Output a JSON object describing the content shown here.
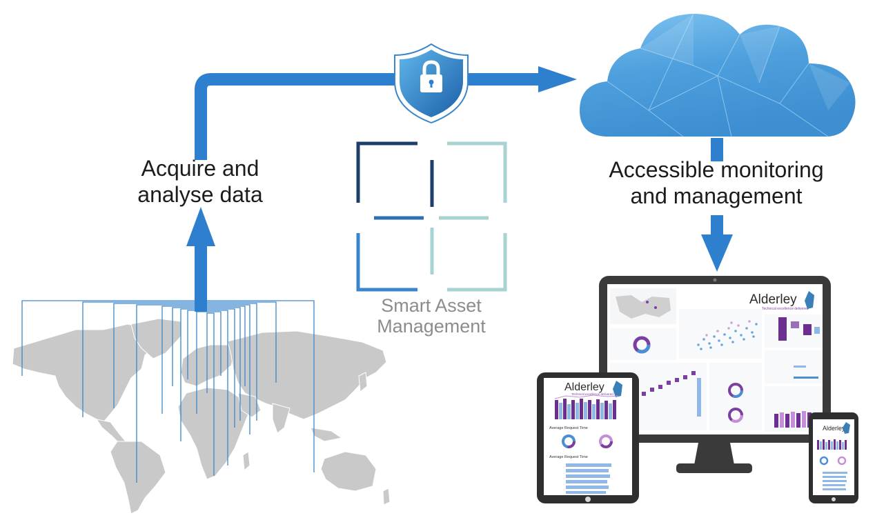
{
  "labels": {
    "acquire_line1": "Acquire and",
    "acquire_line2": "analyse data",
    "access_line1": "Accessible monitoring",
    "access_line2": "and management",
    "sam_line1": "Smart Asset",
    "sam_line2": "Management"
  },
  "dashboard": {
    "brand": "Alderley",
    "tagline": "Technical excellence delivered",
    "avg_request_time": "Average Request Time"
  },
  "colors": {
    "arrow_blue": "#2f7fcf",
    "map_gray": "#c9c9c9",
    "cloud_blue": "#5aa9e6",
    "device_dark": "#3a3a3a",
    "sam_navy": "#1f3f6b",
    "sam_teal": "#a7d3d2"
  },
  "icons": [
    "lock-icon",
    "shield-icon",
    "cloud-icon",
    "world-map-icon",
    "kingfisher-icon"
  ]
}
